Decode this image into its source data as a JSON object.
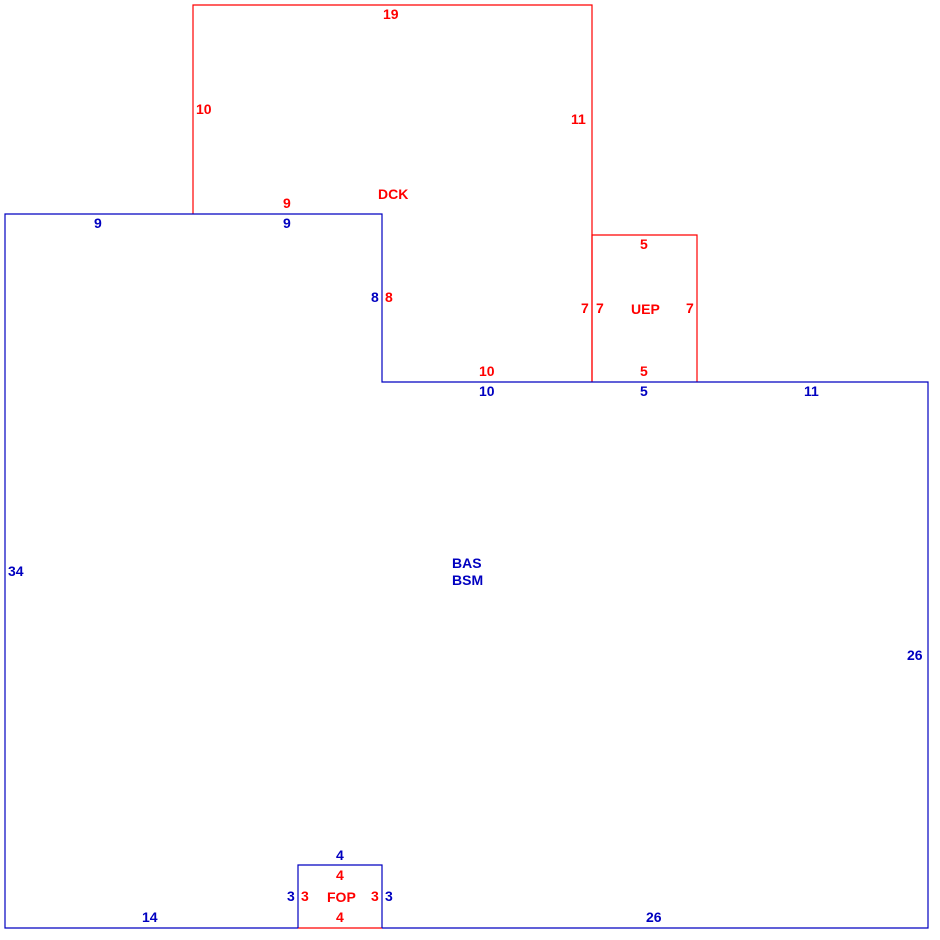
{
  "colors": {
    "structure": "#0000c0",
    "addition": "#ff0000"
  },
  "areas": {
    "bas": "BAS",
    "bsm": "BSM",
    "dck": "DCK",
    "uep": "UEP",
    "fop": "FOP"
  },
  "dimensions": {
    "bas_top_left": "9",
    "bas_top_mid": "9",
    "bas_step_vertical": "8",
    "bas_step_horizontal": "10",
    "bas_uep_segment": "5",
    "bas_top_right": "11",
    "bas_left": "34",
    "bas_right": "26",
    "bas_bottom_left": "14",
    "bas_bottom_right": "26",
    "fop_top_blue": "4",
    "fop_left_blue": "3",
    "fop_right_blue": "3",
    "dck_top": "19",
    "dck_left": "10",
    "dck_right_upper": "11",
    "dck_bottom_left": "9",
    "dck_step_vertical": "8",
    "dck_bottom": "10",
    "dck_right_lower": "7",
    "uep_top": "5",
    "uep_left": "7",
    "uep_right": "7",
    "uep_bottom": "5",
    "fop_top": "4",
    "fop_left": "3",
    "fop_right": "3",
    "fop_bottom": "4"
  }
}
